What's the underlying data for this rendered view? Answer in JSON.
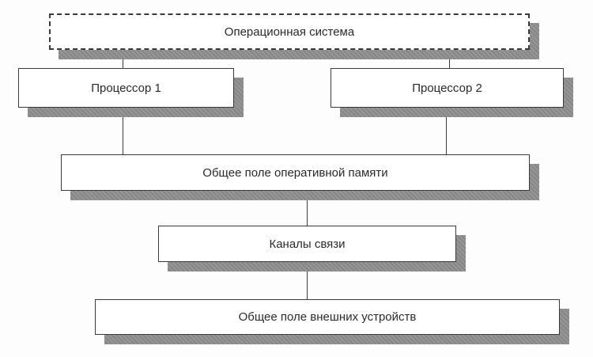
{
  "diagram": {
    "type": "block-diagram",
    "nodes": [
      {
        "id": "os",
        "label": "Операционная система",
        "style": "dashed"
      },
      {
        "id": "cpu1",
        "label": "Процессор 1",
        "style": "solid"
      },
      {
        "id": "cpu2",
        "label": "Процессор 2",
        "style": "solid"
      },
      {
        "id": "memory",
        "label": "Общее поле оперативной памяти",
        "style": "solid"
      },
      {
        "id": "channels",
        "label": "Каналы связи",
        "style": "solid"
      },
      {
        "id": "devices",
        "label": "Общее поле внешних устройств",
        "style": "solid"
      }
    ],
    "edges": [
      {
        "from": "os",
        "to": "cpu1"
      },
      {
        "from": "os",
        "to": "cpu2"
      },
      {
        "from": "cpu1",
        "to": "memory"
      },
      {
        "from": "cpu2",
        "to": "memory"
      },
      {
        "from": "memory",
        "to": "channels"
      },
      {
        "from": "channels",
        "to": "devices"
      }
    ]
  },
  "colors": {
    "border": "#3a3a3a",
    "shadow": "#8e8e8e",
    "box_fill": "#ffffff",
    "text": "#2a2a2a"
  }
}
